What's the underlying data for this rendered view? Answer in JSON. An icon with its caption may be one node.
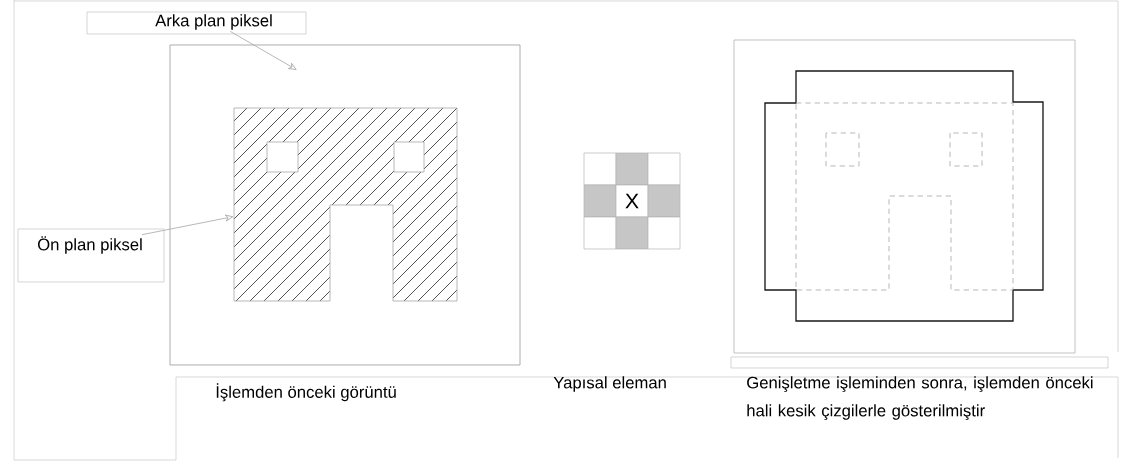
{
  "diagram": {
    "nodes": [
      {
        "text": [
          "Arka plan piksel"
        ]
      },
      {
        "text": [
          "Ön plan piksel"
        ]
      },
      {
        "text": [],
        "shape": "picture"
      }
    ],
    "edges": [
      {
        "from": 0,
        "to": null,
        "arrow": "to"
      },
      {
        "from": 1,
        "to": 2,
        "arrow": "to"
      }
    ],
    "labels": [
      "X",
      "İşlemden önceki görüntü",
      "Yapısal eleman",
      "Genişletme işleminden sonra, işlemden önceki hali kesik çizgilerle gösterilmiştir"
    ]
  }
}
